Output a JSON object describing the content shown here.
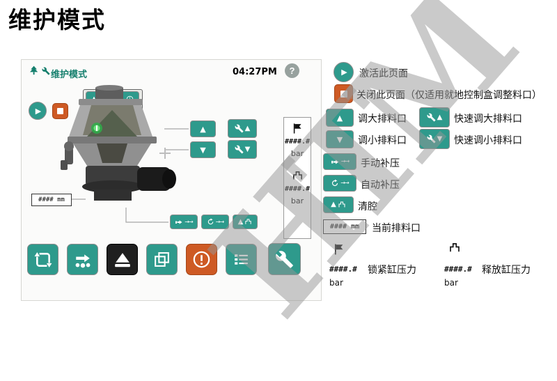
{
  "page": {
    "title": "维护模式",
    "watermark": "HTM"
  },
  "colors": {
    "teal": "#2E9A8C",
    "orange": "#CE5A24",
    "header_green": "#157F6D",
    "active_button": "#1F1F1F"
  },
  "panel": {
    "header": {
      "title": "维护模式",
      "time": "04:27PM",
      "help": "?"
    },
    "gap_value": "#### mm",
    "pressures": {
      "lock_value": "####.#",
      "lock_unit": "bar",
      "release_value": "####.#",
      "release_unit": "bar"
    }
  },
  "icons": {
    "play": "▶",
    "up": "▲",
    "down": "▼",
    "arrows": "→→"
  },
  "legend": {
    "activate": "激活此页面",
    "close": "关闭此页面（仅适用就地控制盒调整料口）",
    "open": "调大排料口",
    "fast_open": "快速调大排料口",
    "close_gap": "调小排料口",
    "fast_close": "快速调小排料口",
    "manual": "手动补压",
    "auto": "自动补压",
    "clean": "清腔",
    "gap_value": "#### mm",
    "gap_label": "当前排料口",
    "lock_value": "####.#",
    "lock_unit": "bar",
    "lock_label": "锁紧缸压力",
    "release_value": "####.#",
    "release_unit": "bar",
    "release_label": "释放缸压力"
  }
}
